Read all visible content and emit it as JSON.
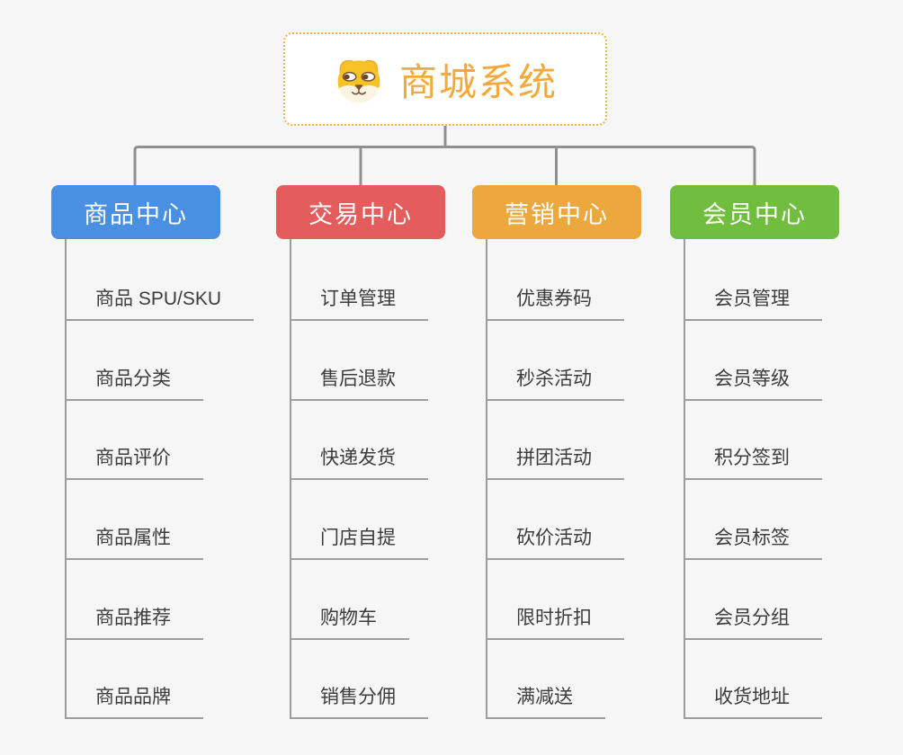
{
  "page": {
    "background": "#f6f6f6",
    "text_color": "#3c3c3c"
  },
  "connectors": {
    "tree_color": "#909090",
    "branch_line_color": "#9c9c9c",
    "underline_color": "#9e9e9e"
  },
  "root": {
    "title": "商城系统",
    "icon": "shiba-dog-icon",
    "title_color": "#f3a93c",
    "border_color": "#f1b44a",
    "background": "#ffffff"
  },
  "branches": [
    {
      "label": "商品中心",
      "color": "#4a90e2",
      "items": [
        "商品 SPU/SKU",
        "商品分类",
        "商品评价",
        "商品属性",
        "商品推荐",
        "商品品牌"
      ]
    },
    {
      "label": "交易中心",
      "color": "#e45c5c",
      "items": [
        "订单管理",
        "售后退款",
        "快递发货",
        "门店自提",
        "购物车",
        "销售分佣"
      ]
    },
    {
      "label": "营销中心",
      "color": "#eca83d",
      "items": [
        "优惠券码",
        "秒杀活动",
        "拼团活动",
        "砍价活动",
        "限时折扣",
        "满减送"
      ]
    },
    {
      "label": "会员中心",
      "color": "#70bd3f",
      "items": [
        "会员管理",
        "会员等级",
        "积分签到",
        "会员标签",
        "会员分组",
        "收货地址"
      ]
    }
  ]
}
